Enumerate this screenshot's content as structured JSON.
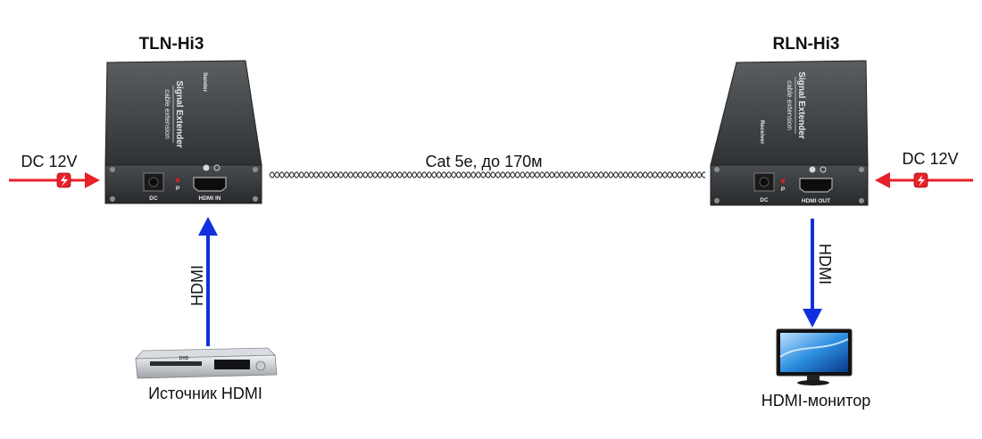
{
  "sender": {
    "title": "TLN-Hi3",
    "brand": "Signal Extender",
    "sub": "cable extension",
    "role": "Sender",
    "port_dc": "DC",
    "port_p": "P",
    "port_hdmi": "HDMI IN"
  },
  "receiver": {
    "title": "RLN-Hi3",
    "brand": "Signal Extender",
    "sub": "cable extension",
    "role": "Receiver",
    "port_dc": "DC",
    "port_p": "P",
    "port_hdmi": "HDMI OUT"
  },
  "cable_label": "Cat 5e, до 170м",
  "power_left": "DC 12V",
  "power_right": "DC 12V",
  "hdmi_in_label": "HDMI",
  "hdmi_out_label": "HDMI",
  "source_caption": "Источник HDMI",
  "source_device_label": "DVD",
  "monitor_caption": "HDMI-монитор",
  "colors": {
    "power_arrow": "#e8202a",
    "hdmi_arrow": "#1030e0",
    "device_body": "#3a3d3f"
  }
}
